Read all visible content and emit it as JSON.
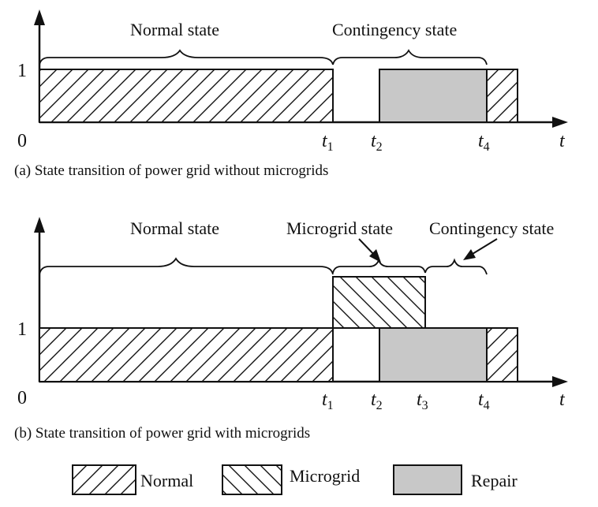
{
  "panel_a": {
    "caption": "(a) State transition of power grid without microgrids",
    "labels": {
      "normal": "Normal state",
      "contingency": "Contingency state"
    },
    "y_ticks": {
      "zero": "0",
      "one": "1"
    },
    "time_markers": [
      {
        "var": "t",
        "sub": "1"
      },
      {
        "var": "t",
        "sub": "2"
      },
      {
        "var": "t",
        "sub": "4"
      }
    ],
    "axis_label": "t"
  },
  "panel_b": {
    "caption": "(b) State transition of power grid with microgrids",
    "labels": {
      "normal": "Normal state",
      "microgrid": "Microgrid state",
      "contingency": "Contingency state"
    },
    "y_ticks": {
      "zero": "0",
      "one": "1"
    },
    "time_markers": [
      {
        "var": "t",
        "sub": "1"
      },
      {
        "var": "t",
        "sub": "2"
      },
      {
        "var": "t",
        "sub": "3"
      },
      {
        "var": "t",
        "sub": "4"
      }
    ],
    "axis_label": "t"
  },
  "legend": {
    "normal": "Normal",
    "microgrid": "Microgrid",
    "repair": "Repair"
  },
  "colors": {
    "repair_fill": "#c8c8c8",
    "line": "#111111",
    "background": "#ffffff"
  }
}
